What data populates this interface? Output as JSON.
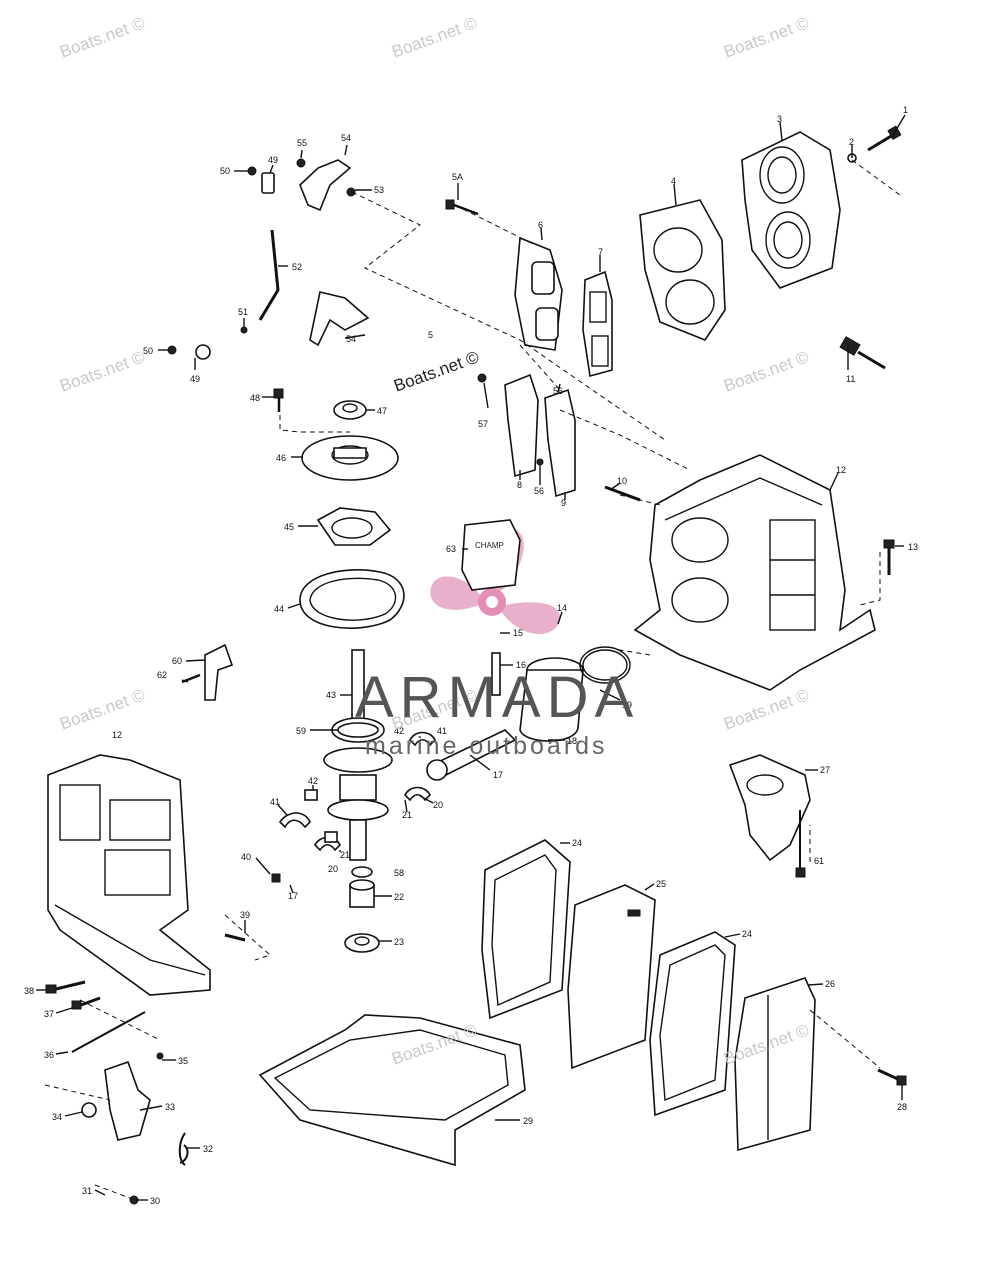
{
  "watermark": "Boats.net ©",
  "brand": {
    "name": "ARMADA",
    "tagline": "marine outboards"
  },
  "colors": {
    "brand_pink": "#e6a3c3",
    "line": "#111111",
    "watermark": "#c9c9c9"
  },
  "callouts": {
    "c1": "1",
    "c2": "2",
    "c3": "3",
    "c4": "4",
    "c5": "5",
    "c6": "6",
    "c7": "7",
    "c8": "8",
    "c9": "9",
    "c10": "10",
    "c11": "11",
    "c12a": "12",
    "c12b": "12",
    "c13": "13",
    "c14": "14",
    "c15": "15",
    "c16": "16",
    "c17a": "17",
    "c17b": "17",
    "c18": "18",
    "c19": "19",
    "c20a": "20",
    "c20b": "20",
    "c21a": "21",
    "c21b": "21",
    "c22": "22",
    "c23": "23",
    "c24a": "24",
    "c24b": "24",
    "c25": "25",
    "c26": "26",
    "c27": "27",
    "c28": "28",
    "c29": "29",
    "c30": "30",
    "c31": "31",
    "c32": "32",
    "c33": "33",
    "c34": "34",
    "c35": "35",
    "c36": "36",
    "c37": "37",
    "c38": "38",
    "c39": "39",
    "c40": "40",
    "c41a": "41",
    "c41b": "41",
    "c42a": "42",
    "c42b": "42",
    "c43": "43",
    "c44": "44",
    "c45": "45",
    "c46": "46",
    "c47": "47",
    "c48": "48",
    "c49a": "49",
    "c49b": "49",
    "c50a": "50",
    "c50b": "50",
    "c51": "51",
    "c52": "52",
    "c53": "53",
    "c54a": "54",
    "c54b": "54",
    "c55": "55",
    "c56a": "56",
    "c56b": "56",
    "c57": "57",
    "c58": "58",
    "c59": "59",
    "c60": "60",
    "c61": "61",
    "c62": "62",
    "c63": "63",
    "c5a": "5A"
  }
}
